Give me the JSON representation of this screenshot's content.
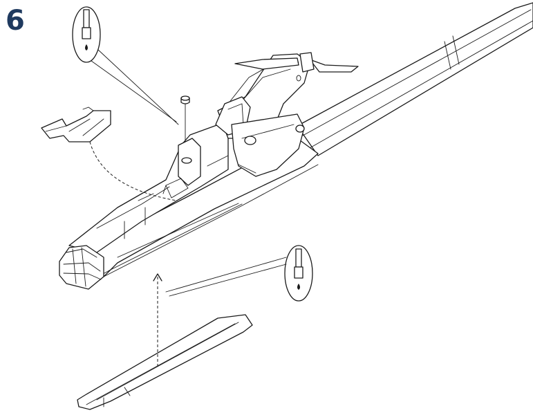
{
  "step": {
    "number": "6"
  },
  "colors": {
    "step_number": "#1f3a5f",
    "line": "#1a1a1a",
    "background": "#ffffff"
  },
  "icons": {
    "glue_callout_top": "glue-tube-icon",
    "glue_callout_bottom": "glue-tube-icon"
  },
  "parts": [
    "fuselage",
    "canopy-clip",
    "bottom-plate",
    "propeller",
    "motor-pod",
    "magnet"
  ]
}
